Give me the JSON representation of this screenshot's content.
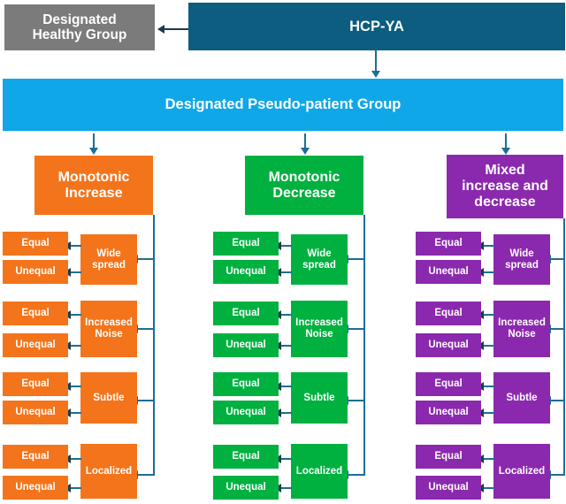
{
  "diagram": {
    "title_nodes": {
      "source": "HCP-YA",
      "healthy": "Designated\nHealthy Group",
      "pseudo": "Designated Pseudo-patient Group"
    },
    "colors": {
      "healthy": "#7B7B7B",
      "source": "#0C5D80",
      "pseudo": "#0FA7E8",
      "monotonic_increase": "#F4741B",
      "monotonic_decrease": "#00B140",
      "mixed": "#8B29AE",
      "connector": "#1C6E96",
      "arrow_dark": "#1A3B4D"
    },
    "leaf_labels": {
      "equal": "Equal",
      "unequal": "Unequal"
    },
    "branches": [
      {
        "id": "monotonic-increase",
        "label": "Monotonic\nIncrease",
        "color": "#F4741B",
        "categories": [
          {
            "label": "Wide\nspread",
            "children": [
              "Equal",
              "Unequal"
            ]
          },
          {
            "label": "Increased\nNoise",
            "children": [
              "Equal",
              "Unequal"
            ]
          },
          {
            "label": "Subtle",
            "children": [
              "Equal",
              "Unequal"
            ]
          },
          {
            "label": "Localized",
            "children": [
              "Equal",
              "Unequal"
            ]
          }
        ]
      },
      {
        "id": "monotonic-decrease",
        "label": "Monotonic\nDecrease",
        "color": "#00B140",
        "categories": [
          {
            "label": "Wide\nspread",
            "children": [
              "Equal",
              "Unequal"
            ]
          },
          {
            "label": "Increased\nNoise",
            "children": [
              "Equal",
              "Unequal"
            ]
          },
          {
            "label": "Subtle",
            "children": [
              "Equal",
              "Unequal"
            ]
          },
          {
            "label": "Localized",
            "children": [
              "Equal",
              "Unequal"
            ]
          }
        ]
      },
      {
        "id": "mixed-increase-decrease",
        "label": "Mixed\nincrease and\ndecrease",
        "color": "#8B29AE",
        "categories": [
          {
            "label": "Wide\nspread",
            "children": [
              "Equal",
              "Unequal"
            ]
          },
          {
            "label": "Increased\nNoise",
            "children": [
              "Equal",
              "Unequal"
            ]
          },
          {
            "label": "Subtle",
            "children": [
              "Equal",
              "Unequal"
            ]
          },
          {
            "label": "Localized",
            "children": [
              "Equal",
              "Unequal"
            ]
          }
        ]
      }
    ]
  }
}
